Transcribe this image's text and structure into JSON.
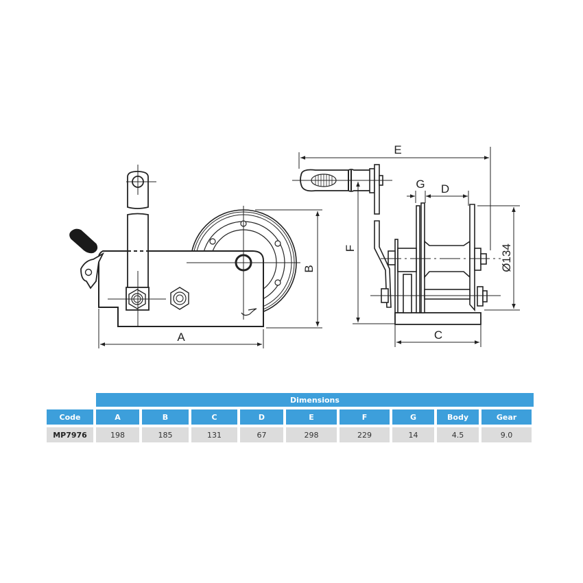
{
  "drawing": {
    "labels": {
      "A": "A",
      "B": "B",
      "C": "C",
      "D": "D",
      "E": "E",
      "F": "F",
      "G": "G",
      "drum_diameter": "Ø134"
    }
  },
  "table": {
    "group_header": "Dimensions",
    "columns": [
      "Code",
      "A",
      "B",
      "C",
      "D",
      "E",
      "F",
      "G",
      "Body",
      "Gear"
    ],
    "rows": [
      {
        "code": "MP7976",
        "A": "198",
        "B": "185",
        "C": "131",
        "D": "67",
        "E": "298",
        "F": "229",
        "G": "14",
        "Body": "4.5",
        "Gear": "9.0"
      }
    ],
    "colors": {
      "header_bg": "#3d9fdb",
      "header_text": "#ffffff",
      "cell_bg": "#dcdcdc",
      "cell_text": "#333333"
    }
  }
}
